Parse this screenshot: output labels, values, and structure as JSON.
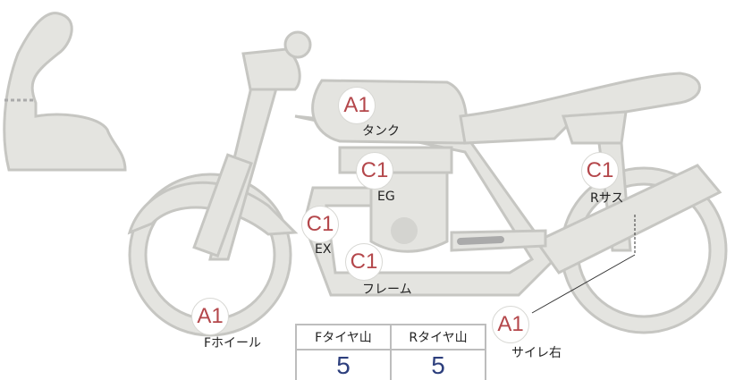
{
  "parts": [
    {
      "grade": "A1",
      "label": "タンク"
    },
    {
      "grade": "C1",
      "label": "EG"
    },
    {
      "grade": "C1",
      "label": "EX"
    },
    {
      "grade": "C1",
      "label": "フレーム"
    },
    {
      "grade": "A1",
      "label": "Fホイール"
    },
    {
      "grade": "A1",
      "label": "サイレ右"
    },
    {
      "grade": "C1",
      "label": "Rサス"
    }
  ],
  "tire_table": {
    "headers": [
      "Fタイヤ山",
      "Rタイヤ山"
    ],
    "values": [
      "5",
      "5"
    ]
  },
  "colors": {
    "body": "#e4e4e0",
    "stroke": "#c6c6c2",
    "grade_text": "#b4474b",
    "value_text": "#2d3f7d"
  }
}
